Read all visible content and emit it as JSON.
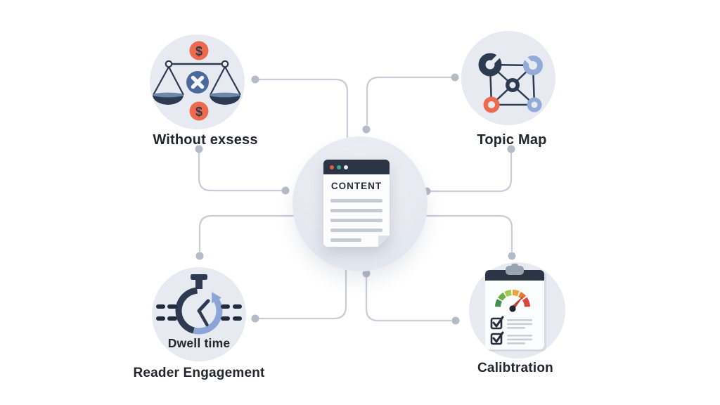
{
  "center": {
    "label": "CONTENT",
    "document_placeholder_lines": 5
  },
  "nodes": {
    "top_left": {
      "label": "Without exsess",
      "icon": "balance-scale-icon"
    },
    "top_right": {
      "label": "Topic Map",
      "icon": "network-graph-icon"
    },
    "bottom_left": {
      "label": "Dwell time",
      "sublabel": "Reader Engagement",
      "icon": "stopwatch-icon"
    },
    "bottom_right": {
      "label": "Calibtration",
      "icon": "gauge-clipboard-icon"
    }
  },
  "edges": [
    {
      "from": "Without exsess",
      "to": "CONTENT",
      "route": "top"
    },
    {
      "from": "Without exsess",
      "to": "CONTENT",
      "route": "left"
    },
    {
      "from": "Topic Map",
      "to": "CONTENT",
      "route": "top"
    },
    {
      "from": "Topic Map",
      "to": "CONTENT",
      "route": "right"
    },
    {
      "from": "Dwell time",
      "to": "CONTENT",
      "route": "left"
    },
    {
      "from": "Dwell time",
      "to": "CONTENT",
      "route": "bottom"
    },
    {
      "from": "Calibtration",
      "to": "CONTENT",
      "route": "right"
    },
    {
      "from": "Calibtration",
      "to": "CONTENT",
      "route": "bottom"
    }
  ],
  "colors": {
    "background": "#ffffff",
    "circle_fill": "#e8eaf1",
    "navy": "#2d3a50",
    "orange": "#ed6a4e",
    "slate_blue": "#4a6a9e",
    "light_blue": "#93abd8",
    "connector_line": "#c9cdd5",
    "connector_dot": "#b4bac6",
    "label_text": "#22262d",
    "doc_header": "#2c3545",
    "doc_dot_red": "#df5b4e",
    "doc_dot_teal": "#43a794",
    "gauge_green_dark": "#3f8f4e",
    "gauge_green": "#6cb04c",
    "gauge_green_light": "#a0c94b",
    "gauge_orange_light": "#efa23c",
    "gauge_orange": "#eb7a38",
    "gauge_red": "#d5473a",
    "clip_gray": "#98a3b2"
  }
}
